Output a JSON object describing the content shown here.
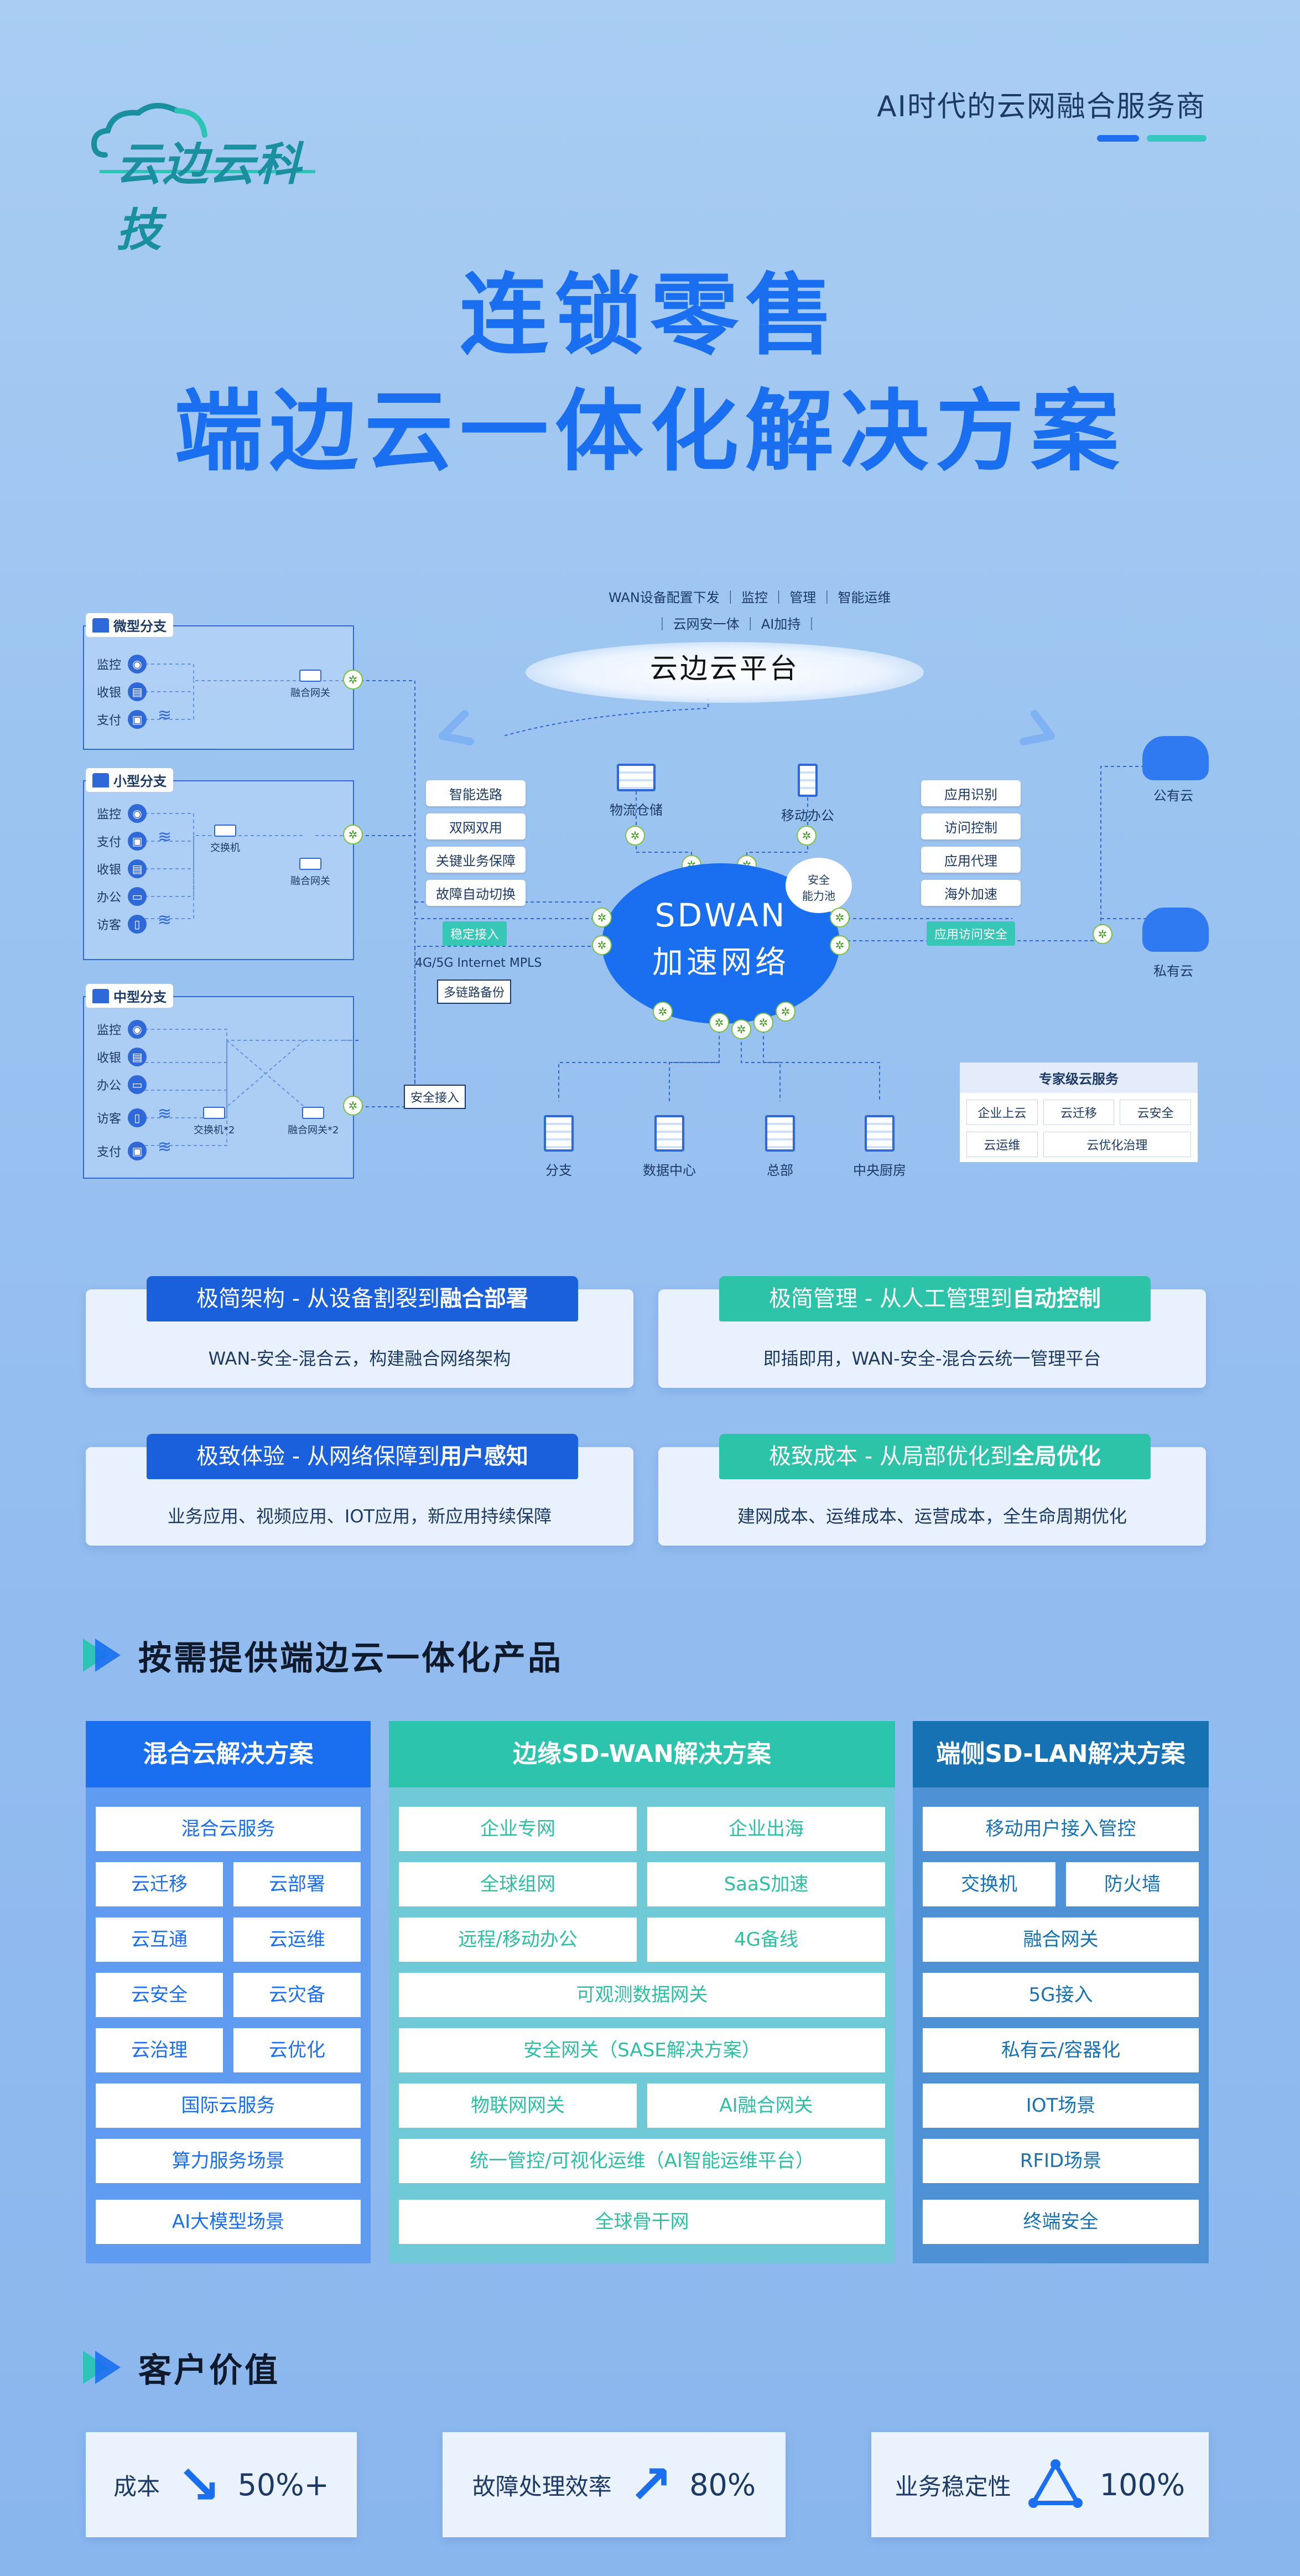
{
  "header": {
    "brand": "云边云科技",
    "tagline": "AI时代的云网融合服务商"
  },
  "title": {
    "line1": "连锁零售",
    "line2": "端边云一体化解决方案"
  },
  "diagram": {
    "top_line1": "WAN设备配置下发 ｜ 监控 ｜ 管理 ｜ 智能运维",
    "top_line2": "｜ 云网安一体 ｜ AI加持 ｜",
    "platform": "云边云平台",
    "branches": [
      {
        "name": "微型分支",
        "devices": [
          "监控",
          "收银",
          "支付"
        ],
        "gateway": "融合网关"
      },
      {
        "name": "小型分支",
        "devices": [
          "监控",
          "支付",
          "收银",
          "办公",
          "访客"
        ],
        "switch": "交换机",
        "gateway": "融合网关"
      },
      {
        "name": "中型分支",
        "devices": [
          "监控",
          "收银",
          "办公",
          "访客",
          "支付"
        ],
        "switch": "交换机*2",
        "gateway": "融合网关*2"
      }
    ],
    "left_features": [
      "智能选路",
      "双网双用",
      "关键业务保障",
      "故障自动切换"
    ],
    "stable_access": "稳定接入",
    "links": "4G/5G   Internet   MPLS",
    "multi_link": "多链路备份",
    "secure_access": "安全接入",
    "top_nodes": [
      "物流仓储",
      "移动办公"
    ],
    "sdwan_a": "SDWAN",
    "sdwan_b": "加速网络",
    "security_pool": "安全\n能力池",
    "right_features": [
      "应用识别",
      "访问控制",
      "应用代理",
      "海外加速"
    ],
    "app_access_sec": "应用访问安全",
    "public_cloud": "公有云",
    "private_cloud": "私有云",
    "bottom_nodes": [
      "分支",
      "数据中心",
      "总部",
      "中央厨房"
    ],
    "expert": {
      "title": "专家级云服务",
      "items": [
        "企业上云",
        "云迁移",
        "云安全",
        "云运维",
        "云优化治理"
      ]
    }
  },
  "values": [
    {
      "title_pre": "极简架构 - 从设备割裂到",
      "title_em": "融合部署",
      "desc": "WAN-安全-混合云，构建融合网络架构",
      "color": "blue"
    },
    {
      "title_pre": "极简管理 - 从人工管理到",
      "title_em": "自动控制",
      "desc": "即插即用，WAN-安全-混合云统一管理平台",
      "color": "green"
    },
    {
      "title_pre": "极致体验 - 从网络保障到",
      "title_em": "用户感知",
      "desc": "业务应用、视频应用、IOT应用，新应用持续保障",
      "color": "blue"
    },
    {
      "title_pre": "极致成本 - 从局部优化到",
      "title_em": "全局优化",
      "desc": "建网成本、运维成本、运营成本，全生命周期优化",
      "color": "green"
    }
  ],
  "products": {
    "heading": "按需提供端边云一体化产品",
    "hybrid": {
      "title": "混合云解决方案",
      "color": "#1a6ff0",
      "items": [
        "混合云服务",
        "云迁移",
        "云部署",
        "云互通",
        "云运维",
        "云安全",
        "云灾备",
        "云治理",
        "云优化",
        "国际云服务",
        "算力服务场景",
        "AI大模型场景"
      ]
    },
    "edge": {
      "title": "边缘SD-WAN解决方案",
      "color": "#2dc4ad",
      "items": [
        "企业专网",
        "企业出海",
        "全球组网",
        "SaaS加速",
        "远程/移动办公",
        "4G备线",
        "可观测数据网关",
        "安全网关（SASE解决方案）",
        "物联网网关",
        "AI融合网关",
        "统一管控/可视化运维（AI智能运维平台）",
        "全球骨干网"
      ]
    },
    "lan": {
      "title": "端侧SD-LAN解决方案",
      "color": "#1672b3",
      "items": [
        "移动用户接入管控",
        "交换机",
        "防火墙",
        "融合网关",
        "5G接入",
        "私有云/容器化",
        "IOT场景",
        "RFID场景",
        "终端安全"
      ]
    }
  },
  "customer": {
    "heading": "客户价值",
    "kpis": [
      {
        "label": "成本",
        "value": "50%+",
        "icon": "down-arrow-icon"
      },
      {
        "label": "故障处理效率",
        "value": "80%",
        "icon": "up-arrow-icon"
      },
      {
        "label": "业务稳定性",
        "value": "100%",
        "icon": "triangle-network-icon"
      }
    ]
  }
}
